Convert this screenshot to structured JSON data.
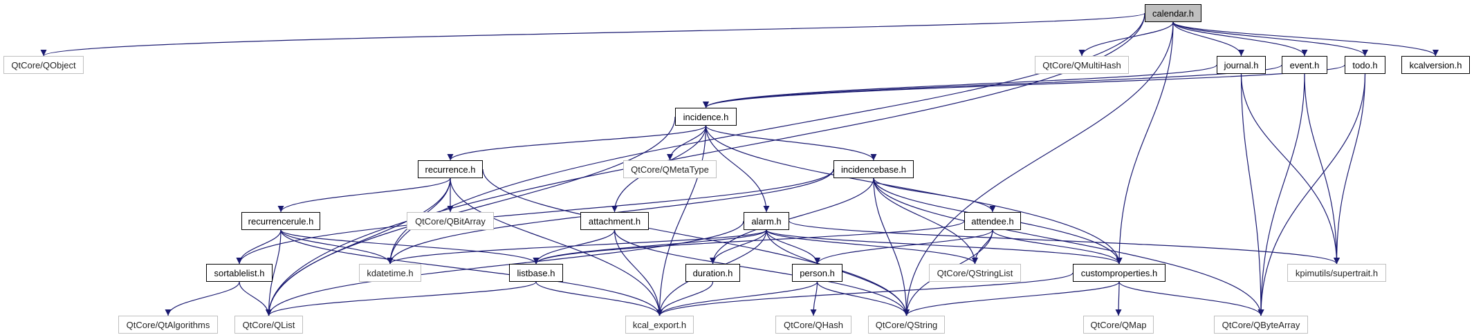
{
  "colors": {
    "edge": "#191970",
    "root_fill": "#bfbfbf",
    "external_border": "#bfbfbf",
    "internal_border": "#000000"
  },
  "nodes": [
    {
      "id": "calendar",
      "label": "calendar.h",
      "kind": "root"
    },
    {
      "id": "qobject",
      "label": "QtCore/QObject",
      "kind": "external"
    },
    {
      "id": "qmultihash",
      "label": "QtCore/QMultiHash",
      "kind": "external"
    },
    {
      "id": "journal",
      "label": "journal.h",
      "kind": "internal"
    },
    {
      "id": "event",
      "label": "event.h",
      "kind": "internal"
    },
    {
      "id": "todo",
      "label": "todo.h",
      "kind": "internal"
    },
    {
      "id": "kcalversion",
      "label": "kcalversion.h",
      "kind": "internal"
    },
    {
      "id": "incidence",
      "label": "incidence.h",
      "kind": "internal"
    },
    {
      "id": "recurrence",
      "label": "recurrence.h",
      "kind": "internal"
    },
    {
      "id": "qmetatype",
      "label": "QtCore/QMetaType",
      "kind": "external"
    },
    {
      "id": "incidencebase",
      "label": "incidencebase.h",
      "kind": "internal"
    },
    {
      "id": "recurrencerule",
      "label": "recurrencerule.h",
      "kind": "internal"
    },
    {
      "id": "qbitarray",
      "label": "QtCore/QBitArray",
      "kind": "external"
    },
    {
      "id": "attachment",
      "label": "attachment.h",
      "kind": "internal"
    },
    {
      "id": "alarm",
      "label": "alarm.h",
      "kind": "internal"
    },
    {
      "id": "attendee",
      "label": "attendee.h",
      "kind": "internal"
    },
    {
      "id": "sortablelist",
      "label": "sortablelist.h",
      "kind": "internal"
    },
    {
      "id": "kdatetime",
      "label": "kdatetime.h",
      "kind": "external"
    },
    {
      "id": "listbase",
      "label": "listbase.h",
      "kind": "internal"
    },
    {
      "id": "duration",
      "label": "duration.h",
      "kind": "internal"
    },
    {
      "id": "person",
      "label": "person.h",
      "kind": "internal"
    },
    {
      "id": "qstringlist",
      "label": "QtCore/QStringList",
      "kind": "external"
    },
    {
      "id": "customproperties",
      "label": "customproperties.h",
      "kind": "internal"
    },
    {
      "id": "supertrait",
      "label": "kpimutils/supertrait.h",
      "kind": "external"
    },
    {
      "id": "qtalgorithms",
      "label": "QtCore/QtAlgorithms",
      "kind": "external"
    },
    {
      "id": "qlist",
      "label": "QtCore/QList",
      "kind": "external"
    },
    {
      "id": "kcalexport",
      "label": "kcal_export.h",
      "kind": "external"
    },
    {
      "id": "qhash",
      "label": "QtCore/QHash",
      "kind": "external"
    },
    {
      "id": "qstring",
      "label": "QtCore/QString",
      "kind": "external"
    },
    {
      "id": "qmap",
      "label": "QtCore/QMap",
      "kind": "external"
    },
    {
      "id": "qbytearray",
      "label": "QtCore/QByteArray",
      "kind": "external"
    }
  ],
  "edges": [
    [
      "calendar",
      "qobject"
    ],
    [
      "calendar",
      "qlist"
    ],
    [
      "calendar",
      "kdatetime"
    ],
    [
      "calendar",
      "qmultihash"
    ],
    [
      "calendar",
      "journal"
    ],
    [
      "calendar",
      "event"
    ],
    [
      "calendar",
      "todo"
    ],
    [
      "calendar",
      "kcalversion"
    ],
    [
      "calendar",
      "customproperties"
    ],
    [
      "calendar",
      "qstring"
    ],
    [
      "journal",
      "incidence"
    ],
    [
      "journal",
      "supertrait"
    ],
    [
      "journal",
      "qbytearray"
    ],
    [
      "event",
      "incidence"
    ],
    [
      "event",
      "supertrait"
    ],
    [
      "event",
      "qbytearray"
    ],
    [
      "todo",
      "incidence"
    ],
    [
      "todo",
      "supertrait"
    ],
    [
      "todo",
      "qbytearray"
    ],
    [
      "incidence",
      "qlist"
    ],
    [
      "incidence",
      "recurrence"
    ],
    [
      "incidence",
      "qmetatype"
    ],
    [
      "incidence",
      "incidencebase"
    ],
    [
      "incidence",
      "attachment"
    ],
    [
      "incidence",
      "alarm"
    ],
    [
      "incidence",
      "kcalexport"
    ],
    [
      "incidence",
      "customproperties"
    ],
    [
      "recurrence",
      "qlist"
    ],
    [
      "recurrence",
      "recurrencerule"
    ],
    [
      "recurrence",
      "kdatetime"
    ],
    [
      "recurrence",
      "qbitarray"
    ],
    [
      "recurrence",
      "kcalexport"
    ],
    [
      "recurrence",
      "qstring"
    ],
    [
      "incidencebase",
      "sortablelist"
    ],
    [
      "incidencebase",
      "kdatetime"
    ],
    [
      "incidencebase",
      "duration"
    ],
    [
      "incidencebase",
      "qstringlist"
    ],
    [
      "incidencebase",
      "attendee"
    ],
    [
      "incidencebase",
      "customproperties"
    ],
    [
      "incidencebase",
      "qbytearray"
    ],
    [
      "incidencebase",
      "qstring"
    ],
    [
      "recurrencerule",
      "sortablelist"
    ],
    [
      "recurrencerule",
      "qlist"
    ],
    [
      "recurrencerule",
      "kdatetime"
    ],
    [
      "recurrencerule",
      "listbase"
    ],
    [
      "recurrencerule",
      "kcalexport"
    ],
    [
      "attachment",
      "listbase"
    ],
    [
      "attachment",
      "kcalexport"
    ],
    [
      "attachment",
      "qstring"
    ],
    [
      "alarm",
      "kdatetime"
    ],
    [
      "alarm",
      "listbase"
    ],
    [
      "alarm",
      "qlist"
    ],
    [
      "alarm",
      "duration"
    ],
    [
      "alarm",
      "person"
    ],
    [
      "alarm",
      "kcalexport"
    ],
    [
      "alarm",
      "qstring"
    ],
    [
      "alarm",
      "qstringlist"
    ],
    [
      "alarm",
      "customproperties"
    ],
    [
      "alarm",
      "supertrait"
    ],
    [
      "attendee",
      "listbase"
    ],
    [
      "attendee",
      "person"
    ],
    [
      "attendee",
      "qstringlist"
    ],
    [
      "attendee",
      "customproperties"
    ],
    [
      "attendee",
      "qstring"
    ],
    [
      "sortablelist",
      "qtalgorithms"
    ],
    [
      "sortablelist",
      "qlist"
    ],
    [
      "listbase",
      "qlist"
    ],
    [
      "listbase",
      "kcalexport"
    ],
    [
      "duration",
      "kcalexport"
    ],
    [
      "person",
      "kcalexport"
    ],
    [
      "person",
      "qhash"
    ],
    [
      "person",
      "qstring"
    ],
    [
      "customproperties",
      "kcalexport"
    ],
    [
      "customproperties",
      "qstring"
    ],
    [
      "customproperties",
      "qmap"
    ],
    [
      "customproperties",
      "qbytearray"
    ]
  ]
}
